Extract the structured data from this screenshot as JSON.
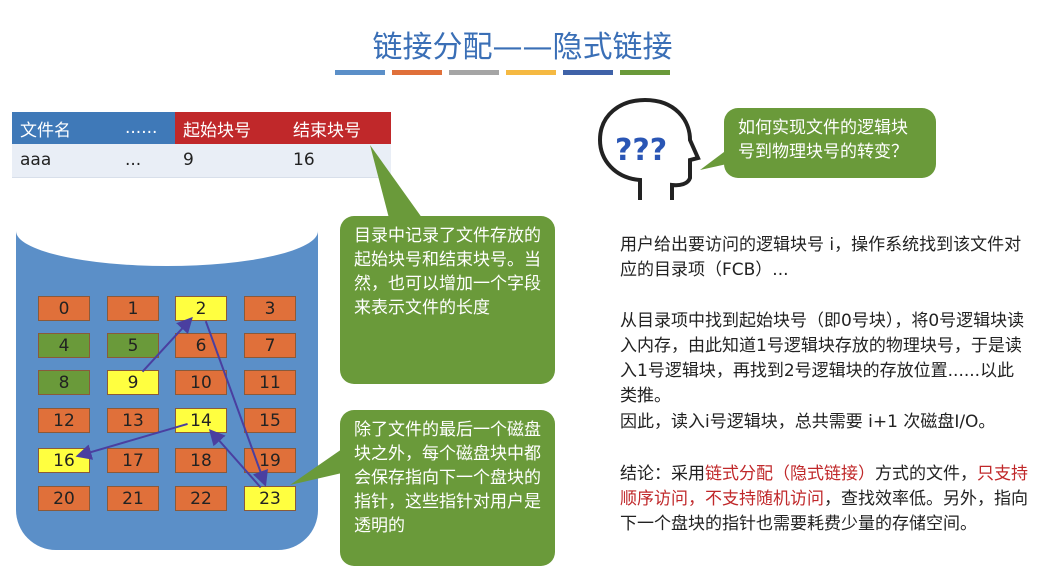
{
  "title": "链接分配——隐式链接",
  "underline_colors": [
    "#5b8fc8",
    "#e0703a",
    "#a5a5a5",
    "#f5b942",
    "#3f62a8",
    "#6a9a3a"
  ],
  "table": {
    "headers": [
      "文件名",
      "......",
      "起始块号",
      "结束块号"
    ],
    "row": [
      "aaa",
      "...",
      "9",
      "16"
    ]
  },
  "disk": {
    "blocks": [
      {
        "n": "0",
        "s": "used"
      },
      {
        "n": "1",
        "s": "used"
      },
      {
        "n": "2",
        "s": "file"
      },
      {
        "n": "3",
        "s": "used"
      },
      {
        "n": "4",
        "s": "free"
      },
      {
        "n": "5",
        "s": "free"
      },
      {
        "n": "6",
        "s": "used"
      },
      {
        "n": "7",
        "s": "used"
      },
      {
        "n": "8",
        "s": "free"
      },
      {
        "n": "9",
        "s": "file"
      },
      {
        "n": "10",
        "s": "used"
      },
      {
        "n": "11",
        "s": "used"
      },
      {
        "n": "12",
        "s": "used"
      },
      {
        "n": "13",
        "s": "used"
      },
      {
        "n": "14",
        "s": "file"
      },
      {
        "n": "15",
        "s": "used"
      },
      {
        "n": "16",
        "s": "file"
      },
      {
        "n": "17",
        "s": "used"
      },
      {
        "n": "18",
        "s": "used"
      },
      {
        "n": "19",
        "s": "used"
      },
      {
        "n": "20",
        "s": "used"
      },
      {
        "n": "21",
        "s": "used"
      },
      {
        "n": "22",
        "s": "used"
      },
      {
        "n": "23",
        "s": "file"
      }
    ],
    "chain": [
      "9",
      "2",
      "23",
      "14",
      "16"
    ],
    "colors": {
      "used": "#e0703a",
      "free": "#6a9a3a",
      "file": "#ffff40"
    }
  },
  "callouts": {
    "directory": "目录中记录了文件存放的起始块号和结束块号。当然，也可以增加一个字段来表示文件的长度",
    "pointer": "除了文件的最后一个磁盘块之外，每个磁盘块中都会保存指向下一个盘块的指针，这些指针对用户是透明的",
    "question": "如何实现文件的逻辑块号到物理块号的转变？"
  },
  "icon": "thinking-head-question-icon",
  "text": {
    "p1": "用户给出要访问的逻辑块号 i，操作系统找到该文件对应的目录项（FCB）...",
    "p2": "从目录项中找到起始块号（即0号块），将0号逻辑块读入内存，由此知道1号逻辑块存放的物理块号，于是读入1号逻辑块，再找到2号逻辑块的存放位置......以此类推。",
    "p3": "因此，读入i号逻辑块，总共需要 i+1 次磁盘I/O。",
    "c1": "结论：采用",
    "c2": "链式分配（隐式链接）",
    "c3": "方式的文件，",
    "c4": "只支持顺序访问，不支持随机访问",
    "c5": "，查找效率低。另外，指向下一个盘块的指针也需要耗费少量的存储空间。"
  }
}
